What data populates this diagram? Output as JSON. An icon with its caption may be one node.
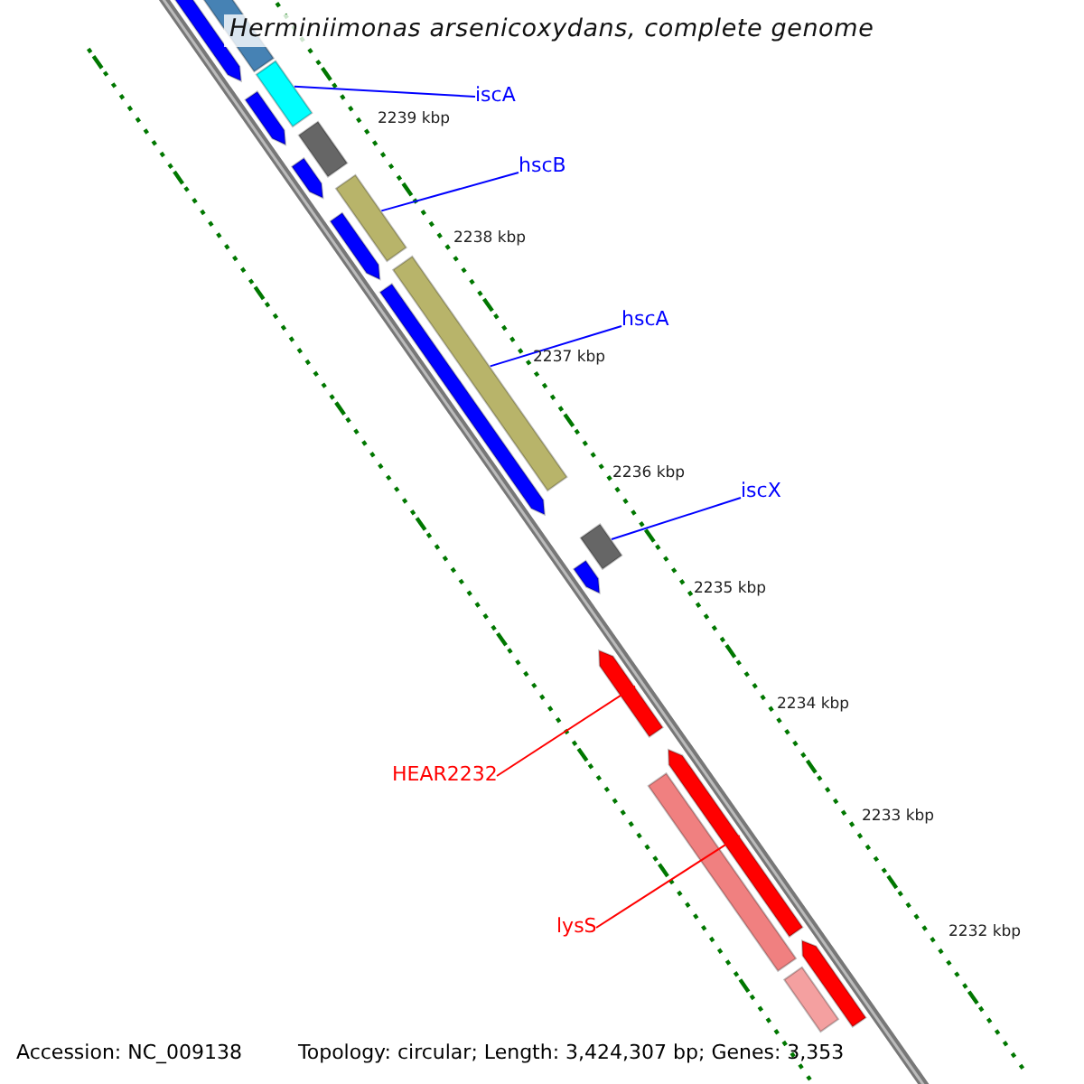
{
  "diagram": {
    "title": "Herminiimonas arsenicoxydans, complete genome",
    "nodes": [
      {
        "text": [
          "iscA"
        ]
      },
      {
        "text": [],
        "shape": "bar"
      },
      {
        "text": [
          "hscB"
        ]
      },
      {
        "text": [],
        "shape": "bar"
      },
      {
        "text": [
          "hscA"
        ]
      },
      {
        "text": [],
        "shape": "bar"
      },
      {
        "text": [
          "iscX"
        ]
      },
      {
        "text": [],
        "shape": "bar"
      },
      {
        "text": [
          "HEAR2232"
        ]
      },
      {
        "text": [],
        "shape": "bar"
      },
      {
        "text": [
          "lysS"
        ]
      },
      {
        "text": [],
        "shape": "bar"
      },
      {
        "text": [],
        "shape": "bar"
      },
      {
        "text": [],
        "shape": "bar"
      },
      {
        "text": [],
        "shape": "bar"
      },
      {
        "text": [],
        "shape": "bar"
      },
      {
        "text": [],
        "shape": "bar"
      },
      {
        "text": [],
        "shape": "bar"
      },
      {
        "text": [],
        "shape": "bar"
      },
      {
        "text": [],
        "shape": "bar"
      },
      {
        "text": [],
        "shape": "bar"
      },
      {
        "text": [],
        "shape": "bar"
      },
      {
        "text": [],
        "shape": "bar"
      }
    ],
    "edges": [
      {
        "from": 0,
        "to": 1,
        "arrow": "none"
      },
      {
        "from": 2,
        "to": 3,
        "arrow": "none"
      },
      {
        "from": 4,
        "to": 5,
        "arrow": "none"
      },
      {
        "from": 6,
        "to": 7,
        "arrow": "none"
      },
      {
        "from": 8,
        "to": 9,
        "arrow": "none",
        "color": "#ff0000"
      },
      {
        "from": 10,
        "to": 11,
        "arrow": "none",
        "color": "#ff0000"
      }
    ],
    "labels": [
      "2239 kbp",
      "2238 kbp",
      "2237 kbp",
      "2236 kbp",
      "2235 kbp",
      "2234 kbp",
      "2233 kbp",
      "2232 kbp",
      "Accession: NC_009138",
      "Topology: circular; Length: 3,424,307 bp; Genes: 3,353"
    ]
  }
}
